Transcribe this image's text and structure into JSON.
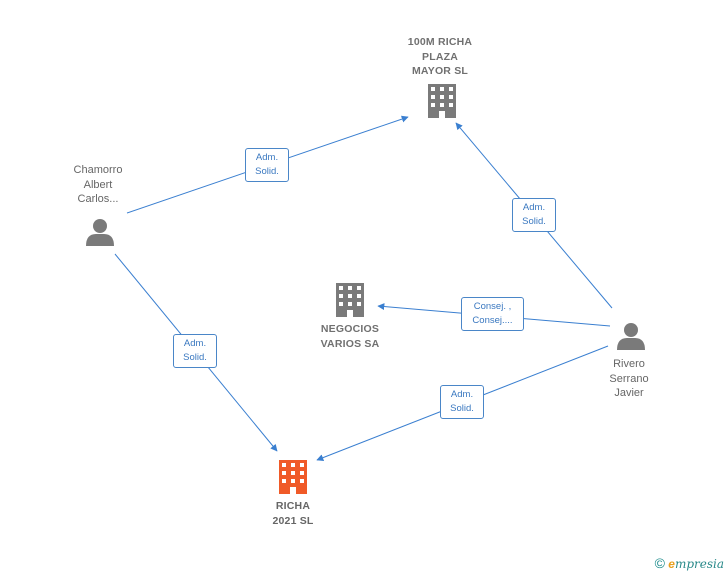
{
  "colors": {
    "edge": "#3a7fd0",
    "company": "#7a7a7a",
    "focus_company": "#f05a28",
    "person": "#7a7a7a"
  },
  "nodes": [
    {
      "id": "n100m",
      "kind": "company",
      "label": "100M RICHA\nPLAZA\nMAYOR  SL"
    },
    {
      "id": "nneg",
      "kind": "company",
      "label": "NEGOCIOS\nVARIOS SA"
    },
    {
      "id": "nricha",
      "kind": "company-focus",
      "label": "RICHA\n2021  SL"
    },
    {
      "id": "nchamorro",
      "kind": "person",
      "label": "Chamorro\nAlbert\nCarlos..."
    },
    {
      "id": "nrivero",
      "kind": "person",
      "label": "Rivero\nSerrano\nJavier"
    }
  ],
  "edges": [
    {
      "id": "e1",
      "label": "Adm.\nSolid."
    },
    {
      "id": "e2",
      "label": "Adm.\nSolid."
    },
    {
      "id": "e3",
      "label": "Adm.\nSolid."
    },
    {
      "id": "e4",
      "label": "Consej. ,\nConsej...."
    },
    {
      "id": "e5",
      "label": "Adm.\nSolid."
    }
  ],
  "footer": {
    "copyright": "©",
    "brand_first": "e",
    "brand_rest": "mpresia"
  }
}
